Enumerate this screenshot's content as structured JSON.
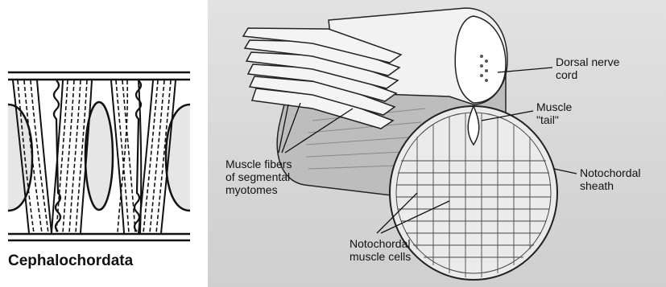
{
  "left_panel": {
    "caption": "Cephalochordata"
  },
  "right_panel": {
    "labels": {
      "dorsal_nerve_cord": "Dorsal nerve\ncord",
      "muscle_tail": "Muscle\n\"tail\"",
      "notochordal_sheath": "Notochordal\nsheath",
      "muscle_fibers": "Muscle fibers\nof segmental\nmyotomes",
      "notochordal_muscle_cells": "Notochordal\nmuscle cells"
    }
  }
}
